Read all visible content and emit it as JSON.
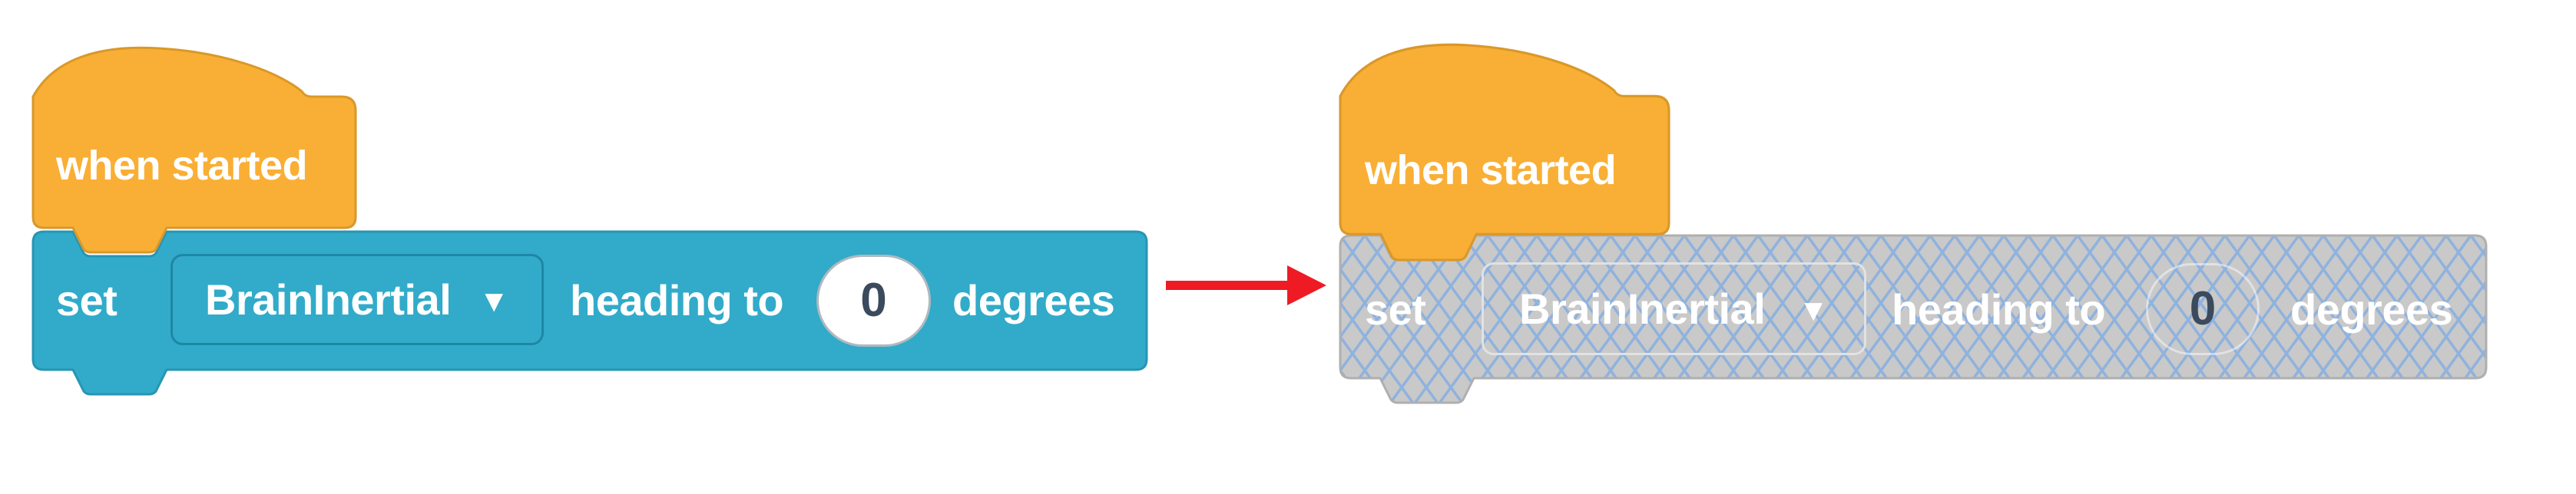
{
  "page": {
    "background": "#ffffff"
  },
  "colors": {
    "hat_fill": "#F9AF35",
    "hat_stroke": "#D9982A",
    "block_fill": "#31ABC9",
    "block_stroke": "#2795B3",
    "dropdown_border": "#1E87A5",
    "disabled_fill": "#C9C9C9",
    "disabled_stroke": "#AFAFAF",
    "hatch_line": "#8FB2DE",
    "label_text": "#FFFFFF",
    "value_text": "#3B4A5C",
    "arrow": "#EE1B24"
  },
  "left_script": {
    "state": "enabled",
    "hat_label": "when started",
    "set_label": "set",
    "device_dropdown": {
      "value": "BrainInertial",
      "arrow_icon": "▼"
    },
    "heading_label": "heading to",
    "heading_value": "0",
    "units_label": "degrees"
  },
  "transition": {
    "icon": "red-right-arrow"
  },
  "right_script": {
    "state": "disabled",
    "hat_label": "when started",
    "set_label": "set",
    "device_dropdown": {
      "value": "BrainInertial",
      "arrow_icon": "▼"
    },
    "heading_label": "heading to",
    "heading_value": "0",
    "units_label": "degrees"
  }
}
